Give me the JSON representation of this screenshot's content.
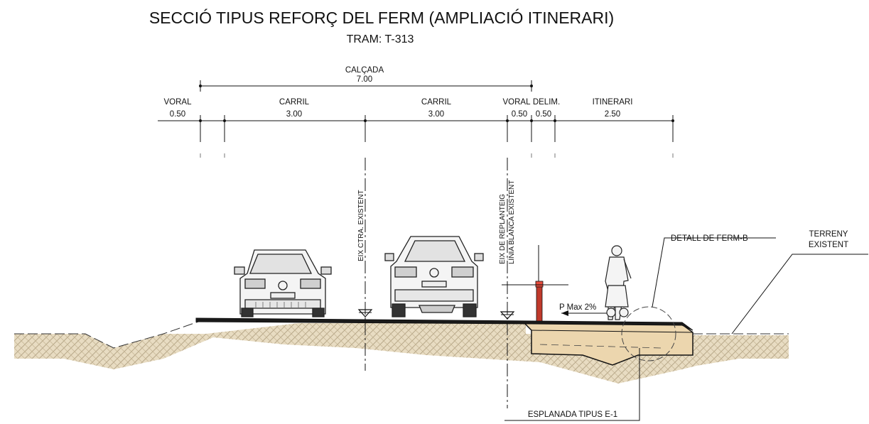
{
  "title": "SECCIÓ TIPUS REFORÇ DEL FERM (AMPLIACIÓ ITINERARI)",
  "subtitle": "TRAM: T-313",
  "dimensions": {
    "calcada": {
      "label": "CALÇADA",
      "value": "7.00"
    },
    "voral_left": {
      "label": "VORAL",
      "value": "0.50"
    },
    "carril_1": {
      "label": "CARRIL",
      "value": "3.00"
    },
    "carril_2": {
      "label": "CARRIL",
      "value": "3.00"
    },
    "voral_right": {
      "label": "VORAL",
      "value": "0.50"
    },
    "delim": {
      "label": "DELIM.",
      "value": "0.50"
    },
    "itinerari": {
      "label": "ITINERARI",
      "value": "2.50"
    }
  },
  "axes": {
    "eix_ctra": "EIX CTRA. EXISTENT",
    "eix_replanteig": "EIX DE REPLANTEIG",
    "linia_blanca": "LÍNIA BLANCA EXISTENT"
  },
  "annotations": {
    "slope": "P Max 2%",
    "detall": "DETALL DE FERM-B",
    "terreny_1": "TERRENY",
    "terreny_2": "EXISTENT",
    "esplanada": "ESPLANADA TIPUS E-1"
  },
  "colors": {
    "ground": "#e8dcc2",
    "ground_hatch": "#b8a88a",
    "pavement": "#1a1a1a",
    "subbase": "#ecd6ae",
    "post": "#c0392b"
  }
}
